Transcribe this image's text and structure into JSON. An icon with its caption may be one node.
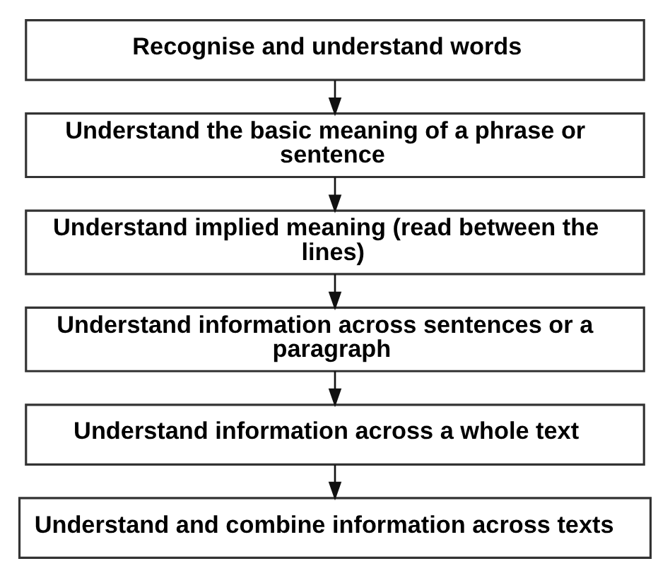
{
  "diagram": {
    "nodes": [
      {
        "text": [
          "Recognise and understand words"
        ]
      },
      {
        "text": [
          "Understand the basic meaning of a phrase or sentence"
        ]
      },
      {
        "text": [
          "Understand implied meaning (read between the lines)"
        ]
      },
      {
        "text": [
          "Understand information across sentences or a paragraph"
        ]
      },
      {
        "text": [
          "Understand information across a whole text"
        ]
      },
      {
        "text": [
          "Understand and combine information across texts"
        ]
      }
    ],
    "edges": [
      {
        "from": 0,
        "to": 1,
        "arrow": "to"
      },
      {
        "from": 1,
        "to": 2,
        "arrow": "to"
      },
      {
        "from": 2,
        "to": 3,
        "arrow": "to"
      },
      {
        "from": 3,
        "to": 4,
        "arrow": "to"
      },
      {
        "from": 4,
        "to": 5,
        "arrow": "to"
      }
    ]
  }
}
